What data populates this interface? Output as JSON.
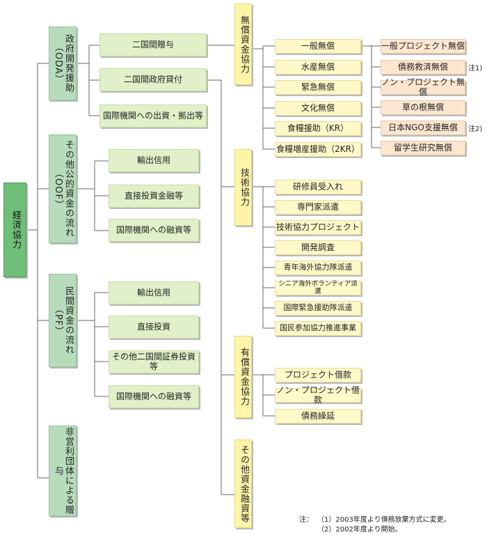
{
  "root": "経済協力",
  "level1": {
    "oda": "政府開発援助（ODA）",
    "oof": "その他公的資金の流れ（OOF）",
    "pf": "民間資金の流れ（PF）",
    "npo": "非営利団体による贈与"
  },
  "oda_children": {
    "bilateral_grant": "二国間贈与",
    "bilateral_loan": "二国間政府貸付",
    "intl_contrib": "国際機関への出資・拠出等"
  },
  "oof_children": [
    "輸出信用",
    "直接投資金融等",
    "国際機関への融資等"
  ],
  "pf_children": [
    "輸出信用",
    "直接投資",
    "その他二国間証券投資等",
    "国際機関への融資等"
  ],
  "categories": {
    "grant_aid": "無償資金協力",
    "tech_coop": "技術協力",
    "loan_aid": "有償資金協力",
    "other_finance": "その他資金融資等"
  },
  "grant_items": [
    "一般無償",
    "水産無償",
    "緊急無償",
    "文化無償",
    "食糧援助（KR）",
    "食糧増産援助（2KR）"
  ],
  "general_grant_items": [
    "一般プロジェクト無償",
    "債務救済無償",
    "ノン・プロジェクト無償",
    "草の根無償",
    "日本NGO支援無償",
    "留学生研究無償"
  ],
  "general_grant_notes": {
    "debt_relief": "注1)",
    "ngo": "注2)"
  },
  "tech_items": [
    "研修員受入れ",
    "専門家派遣",
    "技術協力プロジェクト",
    "開発調査",
    "青年海外協力隊派遣",
    "シニア海外ボランティア派遣",
    "国際緊急援助隊派遣",
    "国民参加協力推進事業"
  ],
  "loan_items": [
    "プロジェクト借款",
    "ノン・プロジェクト借款",
    "債務繰延"
  ],
  "footnote": {
    "label": "注：",
    "line1": "（1）2003年度より債務放棄方式に変更。",
    "line2": "（2）2002年度より開始。"
  }
}
